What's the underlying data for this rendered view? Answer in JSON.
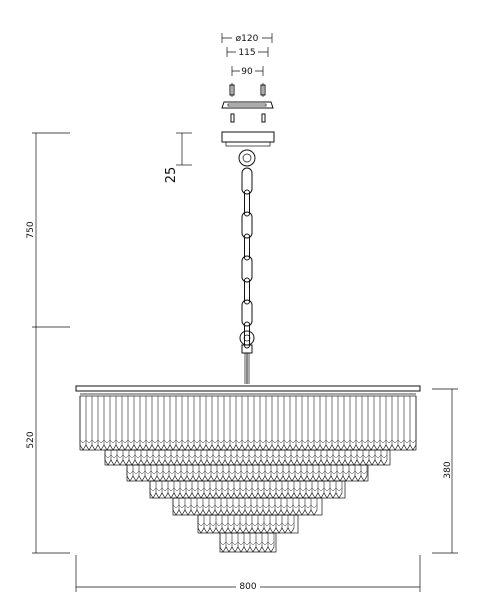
{
  "dimensions": {
    "canopy_outer": "ø120",
    "canopy_mid": "115",
    "canopy_inner": "90",
    "canopy_height": "25",
    "chain_length": "750",
    "body_height": "520",
    "crystal_height": "380",
    "width": "800"
  },
  "colors": {
    "line": "#111111",
    "background": "#ffffff"
  },
  "tiers": 7
}
